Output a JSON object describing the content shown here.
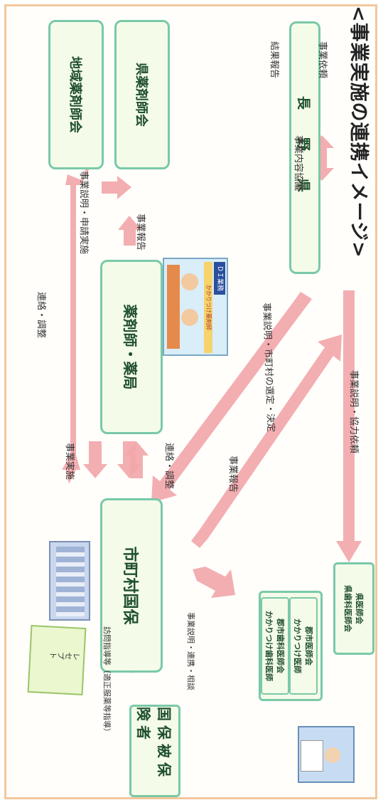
{
  "title": "<事業実施の連携イメージ>",
  "nodes": {
    "nagano": "長　野　県",
    "chiiki_yakuzai": "地域薬剤師会",
    "ken_yakuzai": "県薬剤師会",
    "pharmacy": "薬剤師・薬局",
    "shichoson": "市町村国保",
    "kokuho_hihokensha": "国保被保険者",
    "ishikai_line1": "郡市医師会",
    "ishikai_line2": "かかりつけ医師",
    "shikaishikai_line1": "郡市歯科医師会",
    "shikaishikai_line2": "かかりつけ歯科医師",
    "ken_ishikai_line1": "県医師会",
    "ken_ishikai_line2": "県歯科医師会"
  },
  "labels": {
    "kekka_houkoku": "結果報告",
    "jigyou_irai": "事業依頼",
    "jigyou_naiyou": "事業内容協議",
    "jigyou_setsumei_chuusei": "事業説明・申請実施",
    "jigyou_houkoku_top": "事業報告",
    "renraku_chousei_left": "連絡・調整",
    "jigyou_jisshi": "事業実施",
    "renraku_chousei_mid": "連絡・調整",
    "jigyou_setsumei_shichoson": "事業説明・市町村の選定・決定",
    "jigyou_houkoku_mid": "事業報告",
    "jigyou_setsumei_kyouryoku": "事業説明・協力依頼",
    "houmon_shidou": "訪問指導等（適正服薬等指導）",
    "jigyou_setsumei_renkei": "事業説明・連携・相談",
    "receipt_label": "レセプト",
    "counter_sign": "ＤＩ業務",
    "counter_banner": "かかりつけ薬剤師"
  },
  "colors": {
    "arrow": "#f2a7aa",
    "box_border": "#79c9a7",
    "box_fill": "#f4fbe9",
    "frame": "#f3c79c"
  }
}
